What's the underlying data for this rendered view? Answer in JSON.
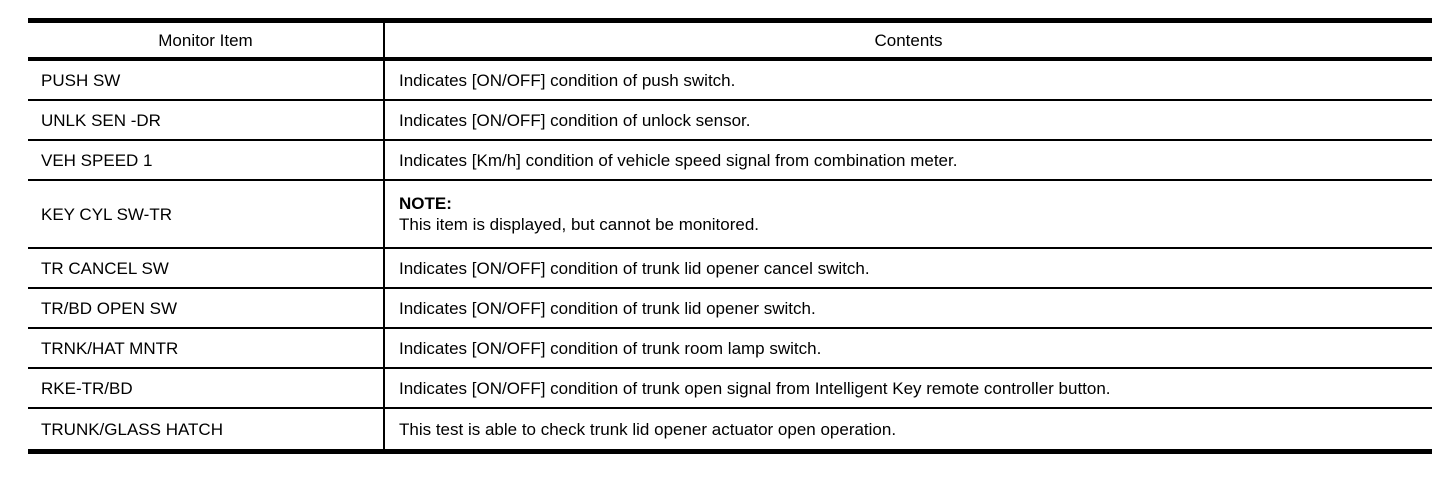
{
  "table": {
    "headers": {
      "monitor_item": "Monitor Item",
      "contents": "Contents"
    },
    "rows": [
      {
        "monitor_item": "PUSH SW",
        "contents": "Indicates [ON/OFF] condition of push switch."
      },
      {
        "monitor_item": "UNLK SEN -DR",
        "contents": "Indicates [ON/OFF] condition of unlock sensor."
      },
      {
        "monitor_item": "VEH SPEED 1",
        "contents": "Indicates [Km/h] condition of vehicle speed signal from combination meter."
      },
      {
        "monitor_item": "KEY CYL SW-TR",
        "note_label": "NOTE:",
        "contents": "This item is displayed, but cannot be monitored."
      },
      {
        "monitor_item": "TR CANCEL SW",
        "contents": "Indicates [ON/OFF] condition of trunk lid opener cancel switch."
      },
      {
        "monitor_item": "TR/BD OPEN SW",
        "contents": "Indicates [ON/OFF] condition of trunk lid opener switch."
      },
      {
        "monitor_item": "TRNK/HAT MNTR",
        "contents": "Indicates [ON/OFF] condition of trunk room lamp switch."
      },
      {
        "monitor_item": "RKE-TR/BD",
        "contents": "Indicates [ON/OFF] condition of trunk open signal from Intelligent Key remote controller button."
      },
      {
        "monitor_item": "TRUNK/GLASS HATCH",
        "contents": "This test is able to check trunk lid opener actuator open operation."
      }
    ],
    "colors": {
      "border": "#000000",
      "text": "#000000",
      "background": "#ffffff"
    }
  }
}
